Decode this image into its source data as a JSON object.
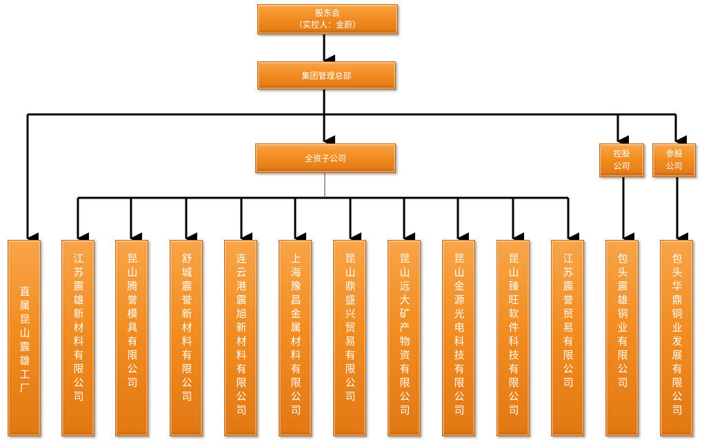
{
  "top": {
    "line1": "股东会",
    "line2": "（实控人：金蔚）"
  },
  "hq": "集团管理总部",
  "wholly_owned": "全资子公司",
  "controlling": {
    "line1": "控股",
    "line2": "公司"
  },
  "participating": {
    "line1": "参股",
    "line2": "公司"
  },
  "factory": "直属昆山震雄工厂",
  "subsidiaries": [
    "江苏震雄新材料有限公司",
    "昆山腾誉模具有限公司",
    "舒城震誉新材料有限公司",
    "连云港震旭新材料有限公司",
    "上海豫昌金属材料有限公司",
    "昆山鼎盛兴贸易有限公司",
    "昆山远大矿产物资有限公司",
    "昆山金源光电科技有限公司",
    "昆山臻旺软件科技有限公司",
    "江苏震誉贸易有限公司"
  ],
  "controlled_company": "包头震雄铜业有限公司",
  "participated_company": "包头华鼎铜业发展有限公司"
}
